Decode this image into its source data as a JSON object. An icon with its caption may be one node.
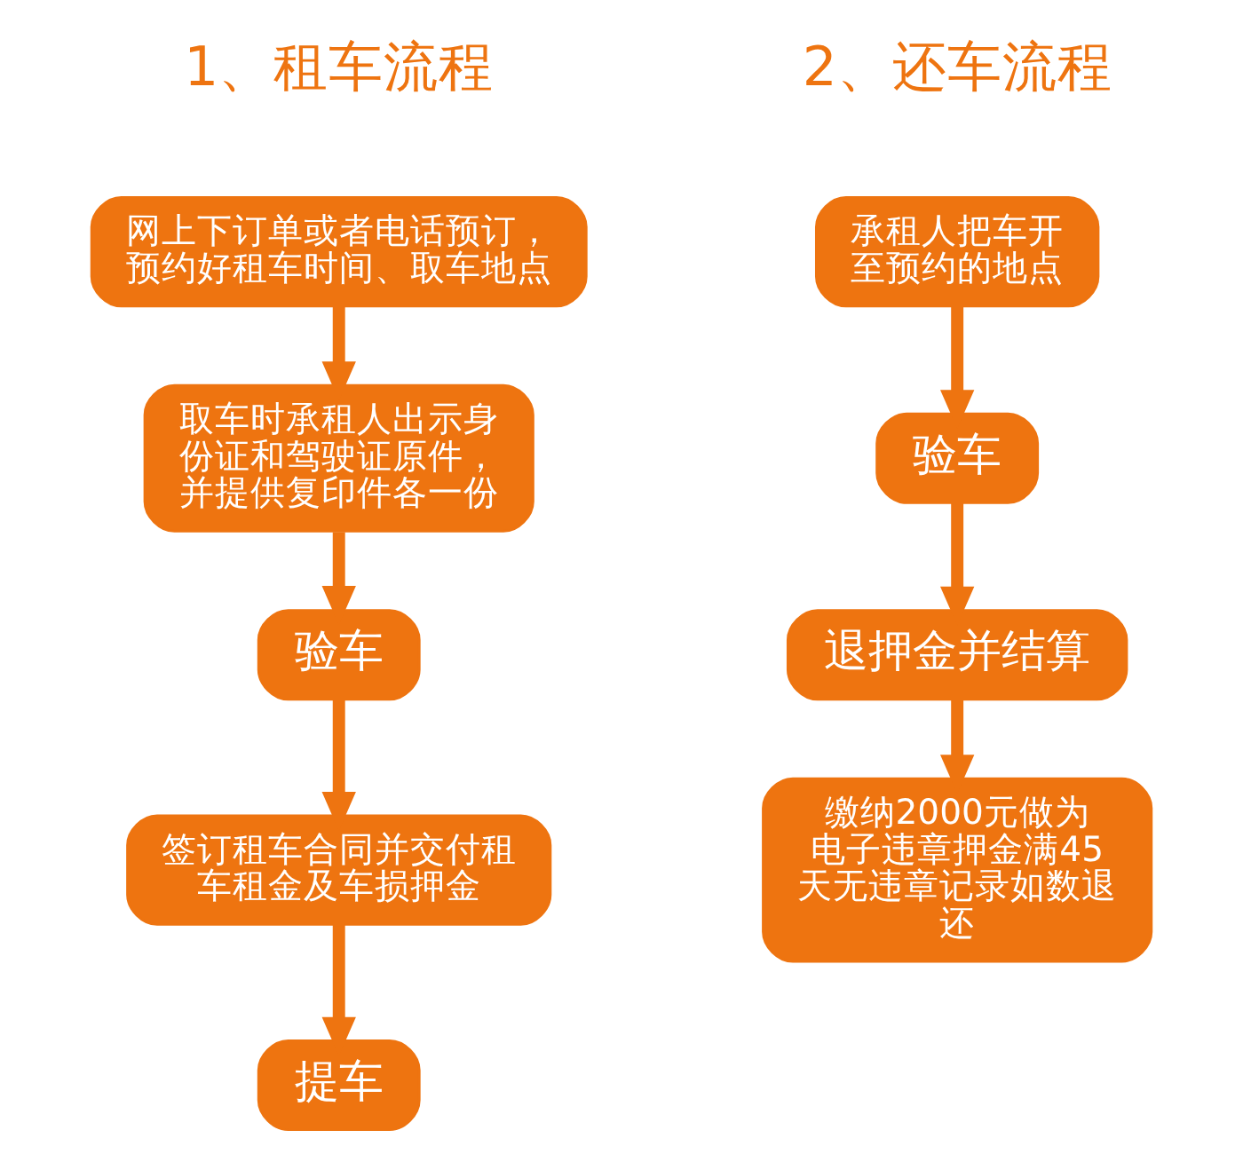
{
  "diagram": {
    "nodes": [
      {
        "text": [
          "网上下订单或者电话预订，预约好租车时间、取车地点"
        ]
      },
      {
        "text": [
          "取车时承租人出示身份证和驾驶证原件，并提供复印件各一份"
        ]
      },
      {
        "text": [
          "验车"
        ]
      },
      {
        "text": [
          "签订租车合同并交付租车租金及车损押金"
        ]
      },
      {
        "text": [
          "提车"
        ]
      },
      {
        "text": [
          "承租人把车开至预约的地点"
        ]
      },
      {
        "text": [
          "验车"
        ]
      },
      {
        "text": [
          "退押金并结算"
        ]
      },
      {
        "text": [
          "缴纳2000元做为电子违章押金满45天无违章记录如数退还"
        ]
      }
    ],
    "edges": [
      {
        "from": 0,
        "to": 1,
        "arrow": "to"
      },
      {
        "from": 1,
        "to": 2,
        "arrow": "to"
      },
      {
        "from": 2,
        "to": 3,
        "arrow": "to"
      },
      {
        "from": 3,
        "to": 4,
        "arrow": "to"
      },
      {
        "from": 5,
        "to": 6,
        "arrow": "to"
      },
      {
        "from": 6,
        "to": 7,
        "arrow": "to"
      },
      {
        "from": 7,
        "to": 8,
        "arrow": "to"
      }
    ],
    "labels": [
      "1、租车流程",
      "2、还车流程"
    ]
  }
}
